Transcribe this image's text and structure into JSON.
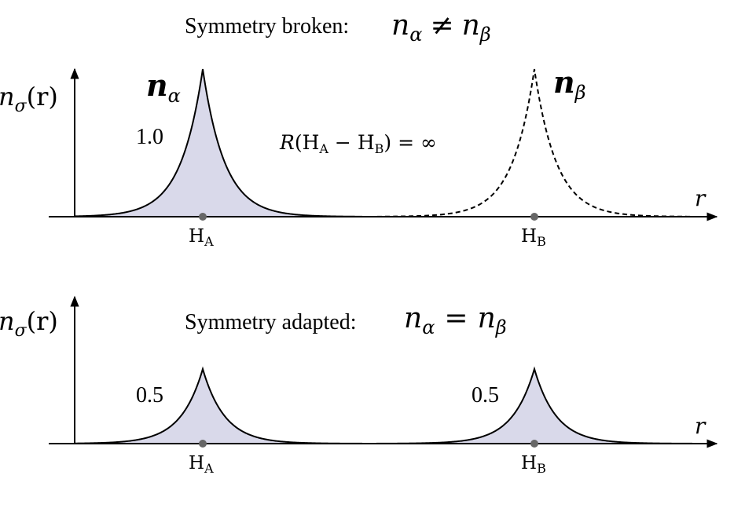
{
  "top_panel": {
    "title_text": "Symmetry broken:",
    "title_math": {
      "n": "n",
      "a": "α",
      "neq": "≠",
      "b": "β"
    },
    "y_label": {
      "n": "n",
      "sub": "σ",
      "arg": "(r)"
    },
    "x_label": "r",
    "peak_a_label": {
      "n": "n",
      "sub": "α"
    },
    "peak_b_label": {
      "n": "n",
      "sub": "β"
    },
    "peak_a_value": "1.0",
    "distance_label": {
      "R": "R",
      "open": "(",
      "HA": "H",
      "HAsub": "A",
      "minus": " − ",
      "HB": "H",
      "HBsub": "B",
      "close": ")",
      "eq": " = ∞"
    },
    "site_a": {
      "H": "H",
      "sub": "A"
    },
    "site_b": {
      "H": "H",
      "sub": "B"
    }
  },
  "bottom_panel": {
    "title_text": "Symmetry adapted:",
    "title_math": {
      "n": "n",
      "a": "α",
      "eq": "=",
      "b": "β"
    },
    "y_label": {
      "n": "n",
      "sub": "σ",
      "arg": "(r)"
    },
    "x_label": "r",
    "peak_a_value": "0.5",
    "peak_b_value": "0.5",
    "site_a": {
      "H": "H",
      "sub": "A"
    },
    "site_b": {
      "H": "H",
      "sub": "B"
    }
  },
  "colors": {
    "fill": "#d9d9ea",
    "line": "#000000",
    "dot": "#666666"
  }
}
